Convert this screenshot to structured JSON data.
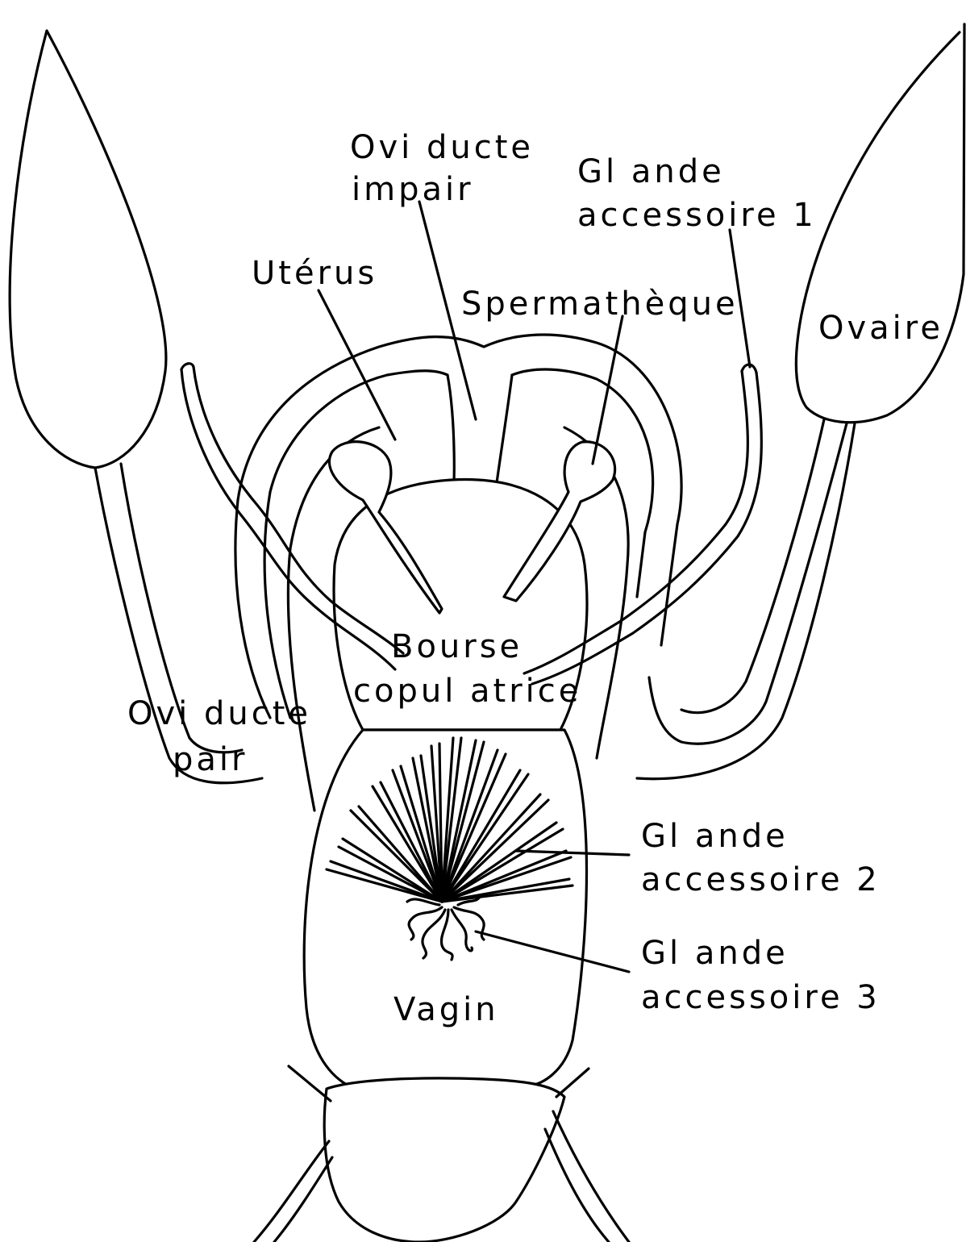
{
  "labels": {
    "oviducte_impair_1": "Ovi ducte",
    "oviducte_impair_2": "impair",
    "glande1_1": "Gl ande",
    "glande1_2": "accessoire 1",
    "uterus": "Utérus",
    "spermatheque": "Spermathèque",
    "ovaire": "Ovaire",
    "bourse_1": "Bourse",
    "bourse_2": "copul atrice",
    "oviducte_pair_1": "Ovi ducte",
    "oviducte_pair_2": "pair",
    "glande2_1": "Gl ande",
    "glande2_2": "accessoire 2",
    "glande3_1": "Gl ande",
    "glande3_2": "accessoire 3",
    "vagin": "Vagin"
  }
}
